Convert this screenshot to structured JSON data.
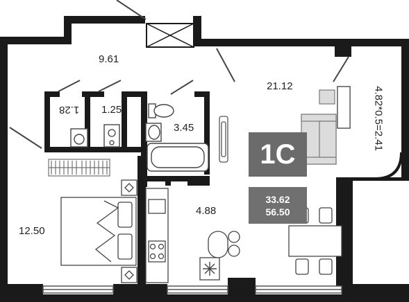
{
  "rooms": {
    "hall": "9.61",
    "living": "21.12",
    "closet1": "1.28",
    "closet2": "1.25",
    "bath": "3.45",
    "bedroom": "12.50",
    "kitchen": "4.88",
    "balcony": "4.82*0.5=2.41"
  },
  "apartment": {
    "type": "1С",
    "area_total": "33.62",
    "area_with_balcony": "56.50"
  },
  "colors": {
    "wall": "#1a1a1a",
    "badge": "#6b6b6b",
    "area_box": "#707070",
    "furniture": "#dcdcdc",
    "line": "#444444"
  }
}
